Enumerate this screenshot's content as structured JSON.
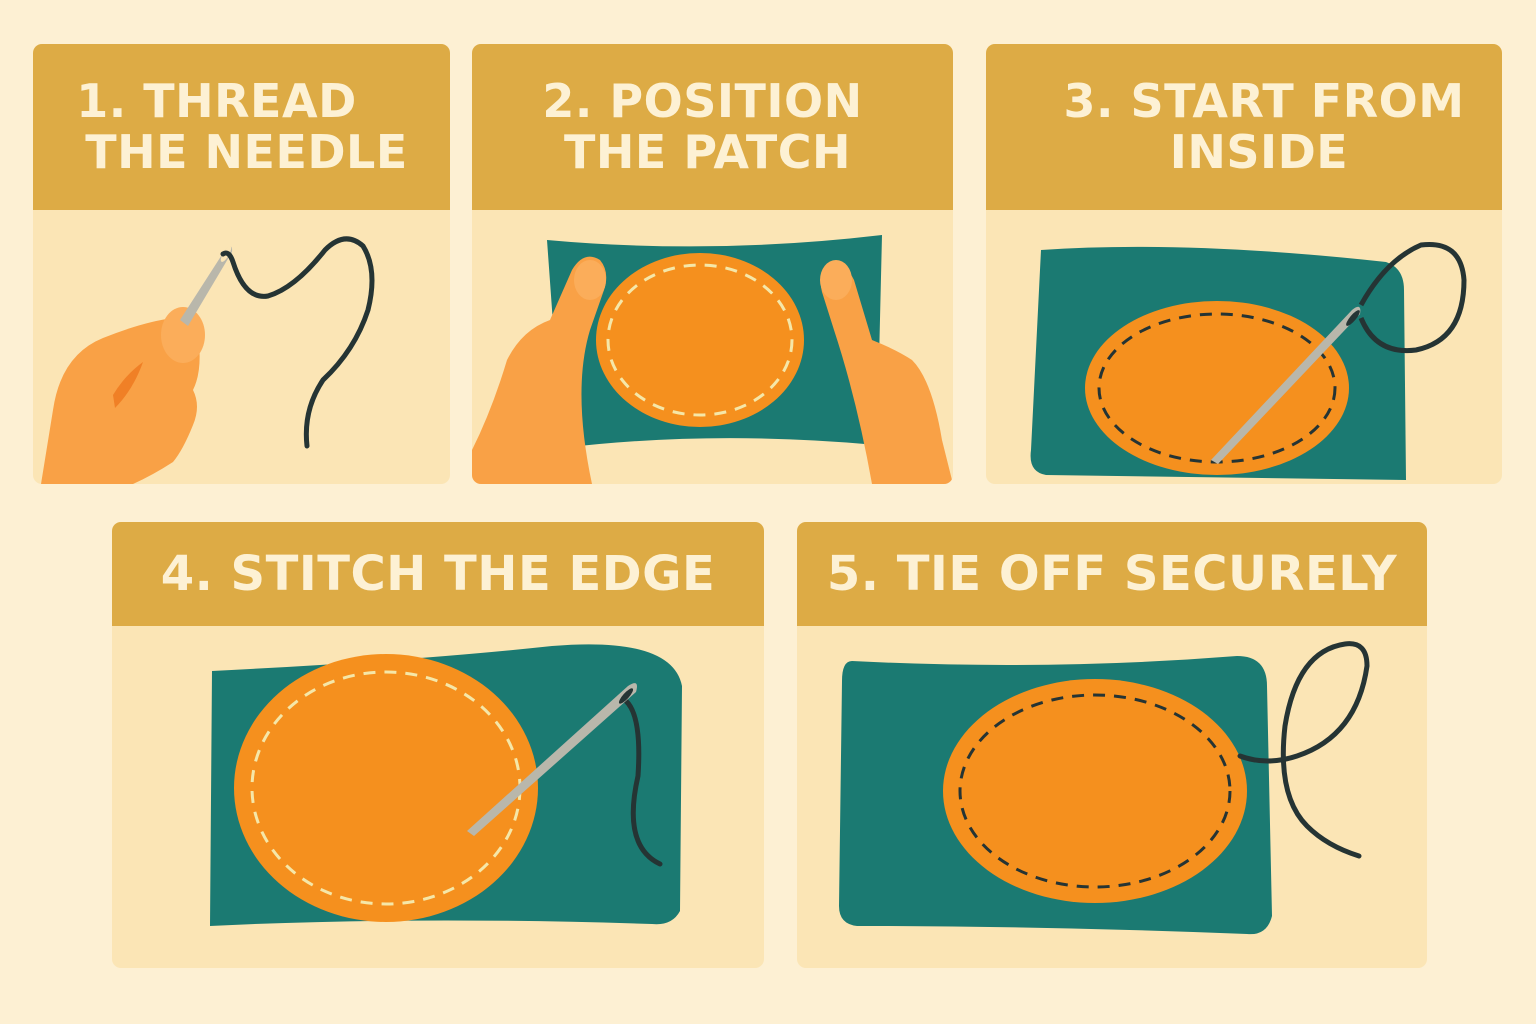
{
  "colors": {
    "background": "#fdf0d3",
    "panel_body": "#fbe5b5",
    "header": "#ddab45",
    "header_text": "#fdf1d4",
    "fabric_teal": "#1b7a72",
    "patch_orange": "#f5901e",
    "skin": "#f9a146",
    "thread": "#253434",
    "needle": "#b9b7ab"
  },
  "steps": [
    {
      "number": "1",
      "title_line1": "1. THREAD",
      "title_line2": "THE NEEDLE",
      "illustration": "hand-threading-needle"
    },
    {
      "number": "2",
      "title_line1": "2. POSITION",
      "title_line2": "THE PATCH",
      "illustration": "hands-holding-fabric-with-patch"
    },
    {
      "number": "3",
      "title_line1": "3. START FROM",
      "title_line2": "INSIDE",
      "illustration": "needle-entering-patch"
    },
    {
      "number": "4",
      "title_line1": "4. STITCH THE EDGE",
      "illustration": "needle-stitching-patch-edge"
    },
    {
      "number": "5",
      "title_line1": "5. TIE OFF SECURELY",
      "illustration": "tied-thread-on-patched-fabric"
    }
  ]
}
